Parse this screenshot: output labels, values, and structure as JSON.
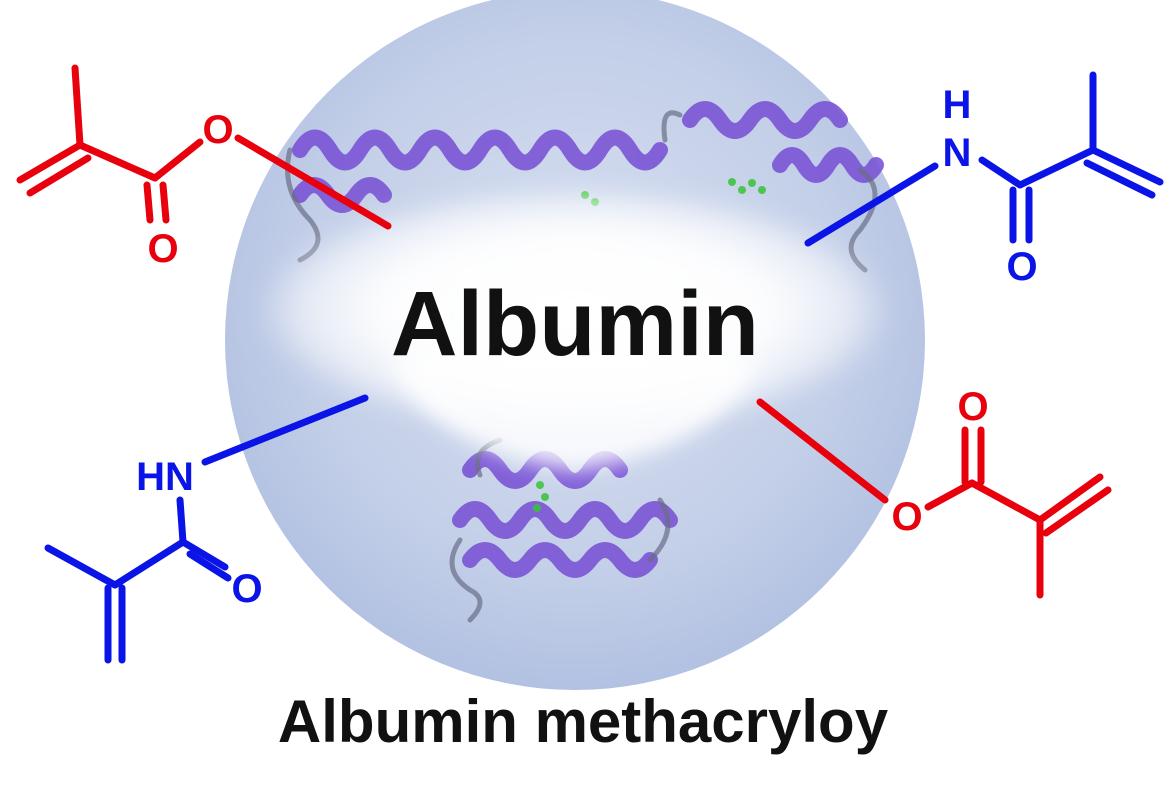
{
  "center_label": "Albumin",
  "caption": "Albumin methacryloy",
  "colors": {
    "ester": "#e8000d",
    "amide": "#0a14e6",
    "sphere": "#c3cfe8",
    "protein": "#7b55d6",
    "ligand": "#35c435",
    "text": "#111111"
  },
  "groups": {
    "top_left_ester": {
      "ester_o": "O",
      "carbonyl_o": "O"
    },
    "top_right_amide": {
      "nh_h": "H",
      "nh_n": "N",
      "carbonyl_o": "O"
    },
    "bottom_left_amide": {
      "nh": "HN",
      "carbonyl_o": "O"
    },
    "bottom_right_ester": {
      "ester_o": "O",
      "carbonyl_o": "O"
    }
  }
}
